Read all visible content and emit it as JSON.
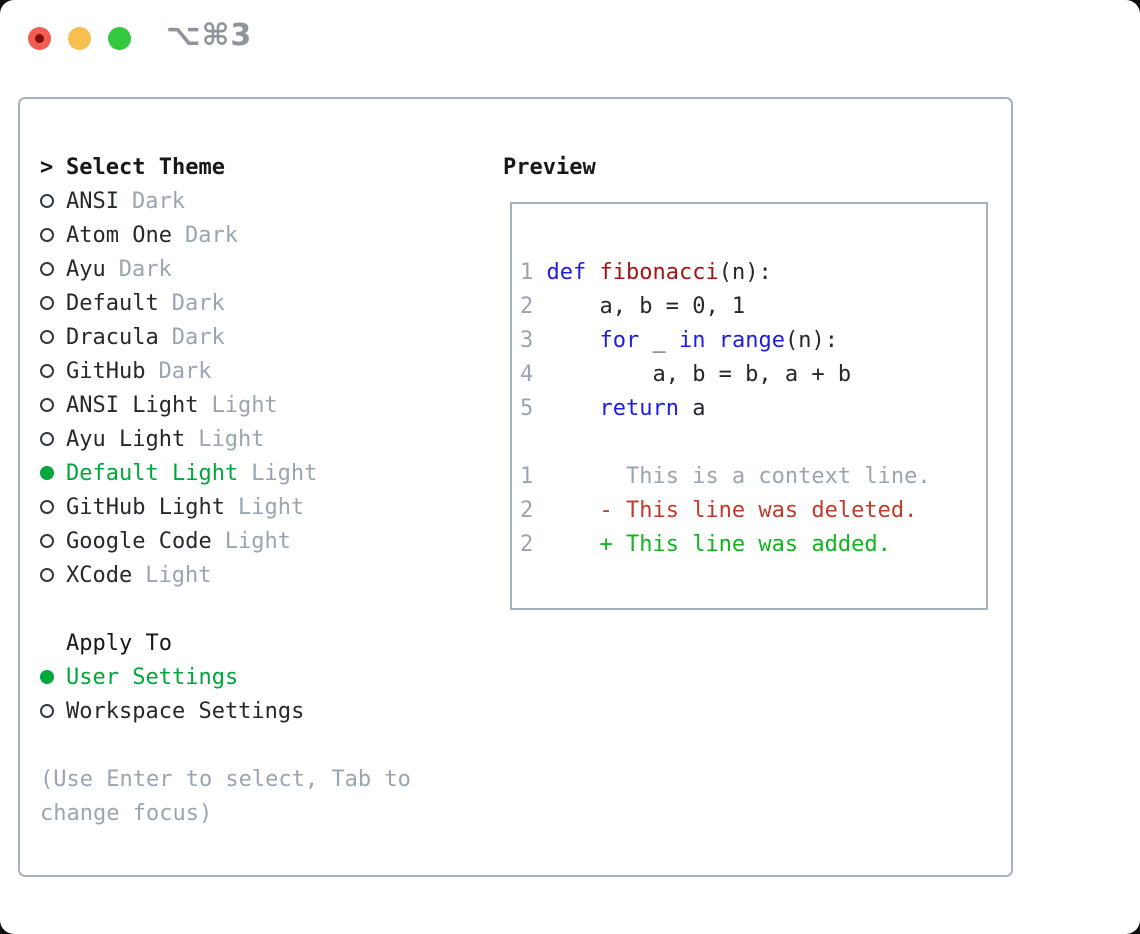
{
  "titlebar": {
    "title": "⌥⌘3",
    "buttons": {
      "close": "close",
      "minimize": "minimize",
      "zoom": "zoom"
    }
  },
  "colors": {
    "accent_green": "#00a73c",
    "keyword_blue": "#1e1ee0",
    "function_red": "#a31515",
    "diff_red": "#c23a2b",
    "diff_green": "#0fb61f",
    "muted_gray": "#9aa5b1",
    "text_dark": "#24292e",
    "border_gray": "#a9b2bc"
  },
  "theme_selector": {
    "cursor": ">",
    "header": "Select Theme",
    "items": [
      {
        "name": "ANSI",
        "variant": "Dark",
        "selected": false
      },
      {
        "name": "Atom One",
        "variant": "Dark",
        "selected": false
      },
      {
        "name": "Ayu",
        "variant": "Dark",
        "selected": false
      },
      {
        "name": "Default",
        "variant": "Dark",
        "selected": false
      },
      {
        "name": "Dracula",
        "variant": "Dark",
        "selected": false
      },
      {
        "name": "GitHub",
        "variant": "Dark",
        "selected": false
      },
      {
        "name": "ANSI Light",
        "variant": "Light",
        "selected": false
      },
      {
        "name": "Ayu Light",
        "variant": "Light",
        "selected": false
      },
      {
        "name": "Default Light",
        "variant": "Light",
        "selected": true
      },
      {
        "name": "GitHub Light",
        "variant": "Light",
        "selected": false
      },
      {
        "name": "Google Code",
        "variant": "Light",
        "selected": false
      },
      {
        "name": "XCode",
        "variant": "Light",
        "selected": false
      }
    ]
  },
  "apply_to": {
    "label": "Apply To",
    "options": [
      {
        "label": "User Settings",
        "selected": true
      },
      {
        "label": "Workspace Settings",
        "selected": false
      }
    ]
  },
  "hint_lines": [
    "(Use Enter to select, Tab to",
    "change focus)"
  ],
  "preview": {
    "title": "Preview",
    "lines": [
      {
        "num": "1",
        "tokens": [
          [
            "kw",
            "def "
          ],
          [
            "fn",
            "fibonacci"
          ],
          [
            "plain",
            "(n):"
          ]
        ]
      },
      {
        "num": "2",
        "tokens": [
          [
            "plain",
            "    a, b = 0, 1"
          ]
        ]
      },
      {
        "num": "3",
        "tokens": [
          [
            "plain",
            "    "
          ],
          [
            "kw",
            "for"
          ],
          [
            "plain",
            " _ "
          ],
          [
            "kw",
            "in"
          ],
          [
            "plain",
            " "
          ],
          [
            "kw",
            "range"
          ],
          [
            "plain",
            "(n):"
          ]
        ]
      },
      {
        "num": "4",
        "tokens": [
          [
            "plain",
            "        a, b = b, a + b"
          ]
        ]
      },
      {
        "num": "5",
        "tokens": [
          [
            "plain",
            "    "
          ],
          [
            "kw",
            "return"
          ],
          [
            "plain",
            " a"
          ]
        ]
      },
      {
        "num": "",
        "tokens": []
      },
      {
        "num": "1",
        "tokens": [
          [
            "ctx",
            "      This is a context line."
          ]
        ]
      },
      {
        "num": "2",
        "tokens": [
          [
            "del",
            "    - This line was deleted."
          ]
        ]
      },
      {
        "num": "2",
        "tokens": [
          [
            "add",
            "    + This line was added."
          ]
        ]
      }
    ]
  }
}
